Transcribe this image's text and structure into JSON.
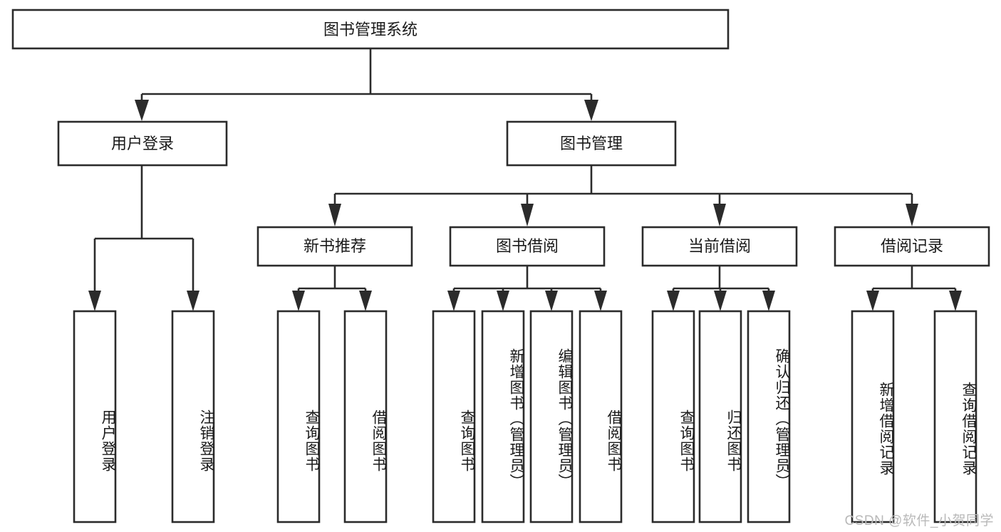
{
  "diagram": {
    "title": "图书管理系统",
    "type": "tree",
    "orientation": "top-down",
    "colors": {
      "stroke": "#2b2b2b",
      "fill": "#ffffff",
      "text": "#1a1a1a",
      "watermark": "#b9b9b9",
      "background": "#ffffff"
    }
  },
  "watermark": {
    "text": "CSDN @软件_小贺同学"
  },
  "root": {
    "label": "图书管理系统"
  },
  "level2": [
    {
      "id": "user-login",
      "label": "用户登录"
    },
    {
      "id": "book-manage",
      "label": "图书管理"
    }
  ],
  "level3": [
    {
      "id": "new-book-recommend",
      "label": "新书推荐",
      "parent": "book-manage"
    },
    {
      "id": "book-borrow",
      "label": "图书借阅",
      "parent": "book-manage"
    },
    {
      "id": "current-borrow",
      "label": "当前借阅",
      "parent": "book-manage"
    },
    {
      "id": "borrow-record",
      "label": "借阅记录",
      "parent": "book-manage"
    }
  ],
  "leaves": [
    {
      "id": "leaf-user-login",
      "label": "用户登录",
      "parent": "user-login"
    },
    {
      "id": "leaf-logout-login",
      "label": "注销登录",
      "parent": "user-login"
    },
    {
      "id": "leaf-query-book-1",
      "label": "查询图书",
      "parent": "new-book-recommend"
    },
    {
      "id": "leaf-borrow-book-1",
      "label": "借阅图书",
      "parent": "new-book-recommend"
    },
    {
      "id": "leaf-query-book-2",
      "label": "查询图书",
      "parent": "book-borrow"
    },
    {
      "id": "leaf-add-book",
      "label": "新增图书（管理员）",
      "parent": "book-borrow"
    },
    {
      "id": "leaf-edit-book",
      "label": "编辑图书（管理员）",
      "parent": "book-borrow"
    },
    {
      "id": "leaf-borrow-book-2",
      "label": "借阅图书",
      "parent": "book-borrow"
    },
    {
      "id": "leaf-query-book-3",
      "label": "查询图书",
      "parent": "current-borrow"
    },
    {
      "id": "leaf-return-book",
      "label": "归还图书",
      "parent": "current-borrow"
    },
    {
      "id": "leaf-confirm-return",
      "label": "确认归还（管理员）",
      "parent": "current-borrow"
    },
    {
      "id": "leaf-add-record",
      "label": "新增借阅记录",
      "parent": "borrow-record"
    },
    {
      "id": "leaf-query-record",
      "label": "查询借阅记录",
      "parent": "borrow-record"
    }
  ]
}
